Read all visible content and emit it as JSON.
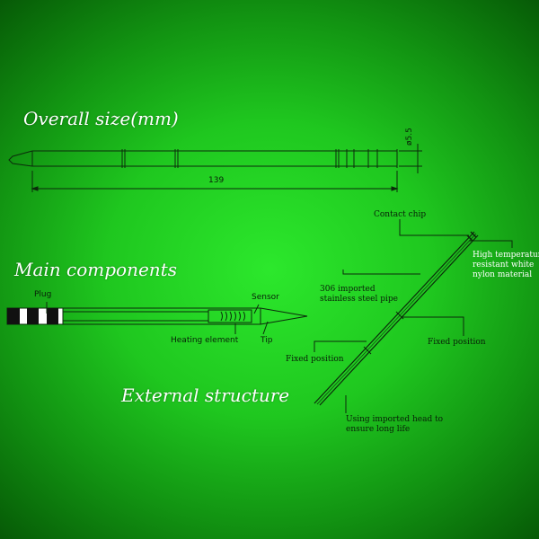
{
  "headings": {
    "overall": "Overall size(mm)",
    "components": "Main components",
    "external": "External structure"
  },
  "dimensions": {
    "length": "139",
    "diameter": "ø5.5"
  },
  "components": {
    "plug": "Plug",
    "sensor": "Sensor",
    "heating_element": "Heating element",
    "tip": "Tip"
  },
  "structure": {
    "contact_chip": "Contact chip",
    "nylon_line1": "High temperature",
    "nylon_line2": "resistant white",
    "nylon_line3": "nylon material",
    "pipe_line1": "306 imported",
    "pipe_line2": "stainless steel pipe",
    "fixed_left": "Fixed position",
    "fixed_right": "Fixed position",
    "head_line1": "Using imported head to",
    "head_line2": "ensure long life"
  },
  "colors": {
    "background": "#1fc71f",
    "heading_text": "#ffffff",
    "line": "#0b2a0b"
  }
}
